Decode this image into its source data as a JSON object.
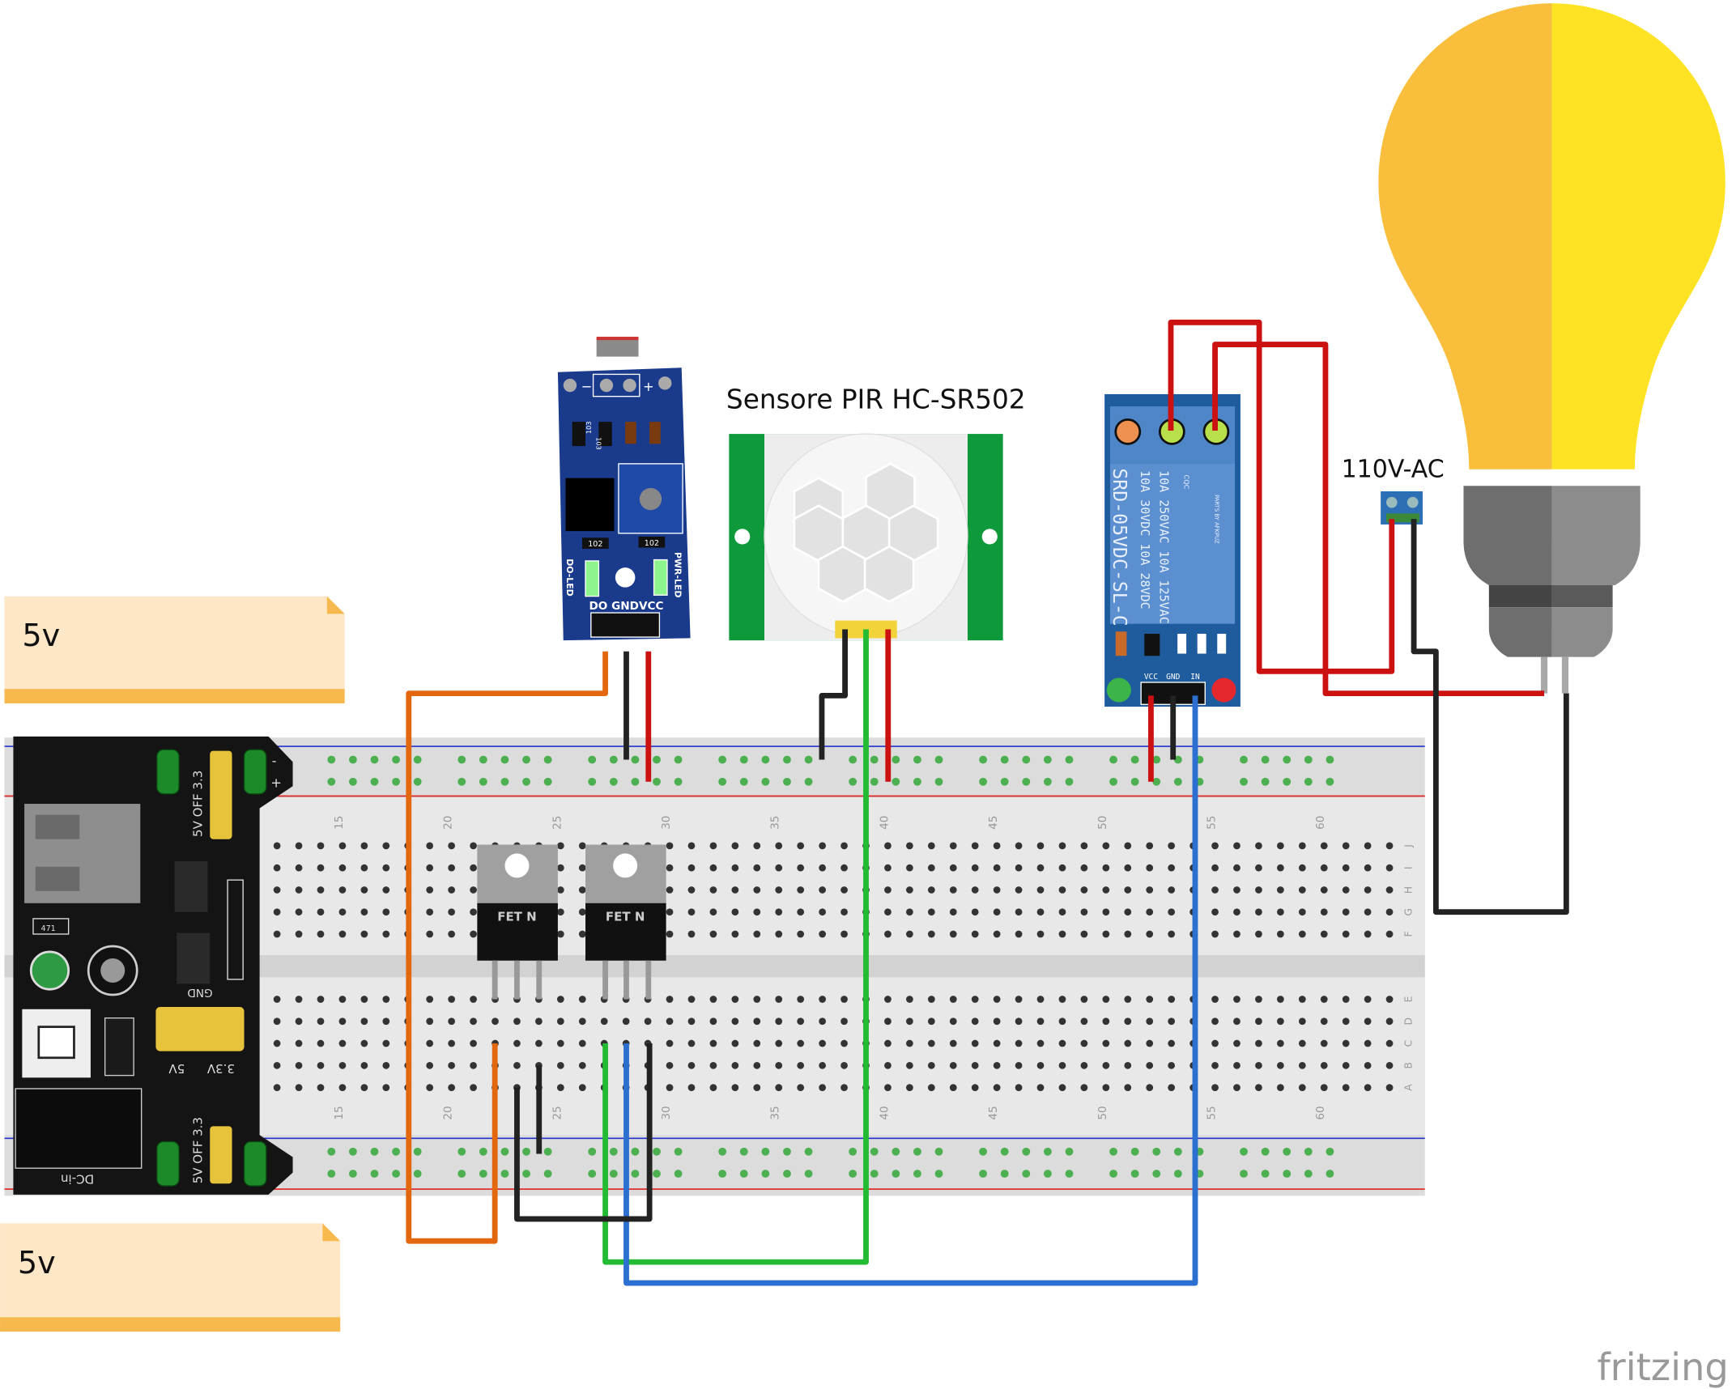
{
  "notes": [
    {
      "text": "5v"
    },
    {
      "text": "5v"
    }
  ],
  "pir": {
    "title": "Sensore PIR HC-SR502"
  },
  "ac_label": "110V-AC",
  "light_sensor": {
    "minus": "−",
    "plus": "+",
    "resistors": [
      "103",
      "103",
      "102",
      "102"
    ],
    "do_led": "DO-LED",
    "pwr_led": "PWR-LED",
    "pins": "DO GNDVCC"
  },
  "relay": {
    "model": "SRD-05VDC-SL-C",
    "rating1": "10A 250VAC 10A 125VAC",
    "rating2": "10A 30VDC 10A 28VDC",
    "cqc": "CQC",
    "maker": "PARTS BY AFKPUZ",
    "pins": [
      "VCC",
      "GND",
      "IN"
    ]
  },
  "mosfets": [
    {
      "label": "FET N"
    },
    {
      "label": "FET N"
    }
  ],
  "power_supply": {
    "top_jumper": "5V  OFF  3.3",
    "bottom_jumper": "5V OFF  3.3",
    "gnd": "GND",
    "v5": "5V",
    "v33": "3.3V",
    "dc_in": "DC-in",
    "resistor": "471",
    "minus": "-",
    "plus": "+"
  },
  "breadboard": {
    "column_numbers": [
      "15",
      "20",
      "25",
      "30",
      "35",
      "40",
      "45",
      "50",
      "55",
      "60"
    ],
    "row_letters_top": [
      "J",
      "I",
      "H",
      "G",
      "F"
    ],
    "row_letters_bottom": [
      "E",
      "D",
      "C",
      "B",
      "A"
    ]
  },
  "colors": {
    "wire_orange": "#E2670F",
    "wire_black": "#222222",
    "wire_red": "#CC1111",
    "wire_green": "#22BB33",
    "wire_blue": "#2B6FD0",
    "note_bg": "#FDE7C6",
    "note_edge": "#F7B84D",
    "bulb_left": "#F9BE3B",
    "bulb_right": "#FDE323",
    "sensor_pcb": "#1A3A8C",
    "relay_pcb": "#1E5C9E",
    "pir_pcb": "#0E9A3A"
  },
  "logo": "fritzing"
}
